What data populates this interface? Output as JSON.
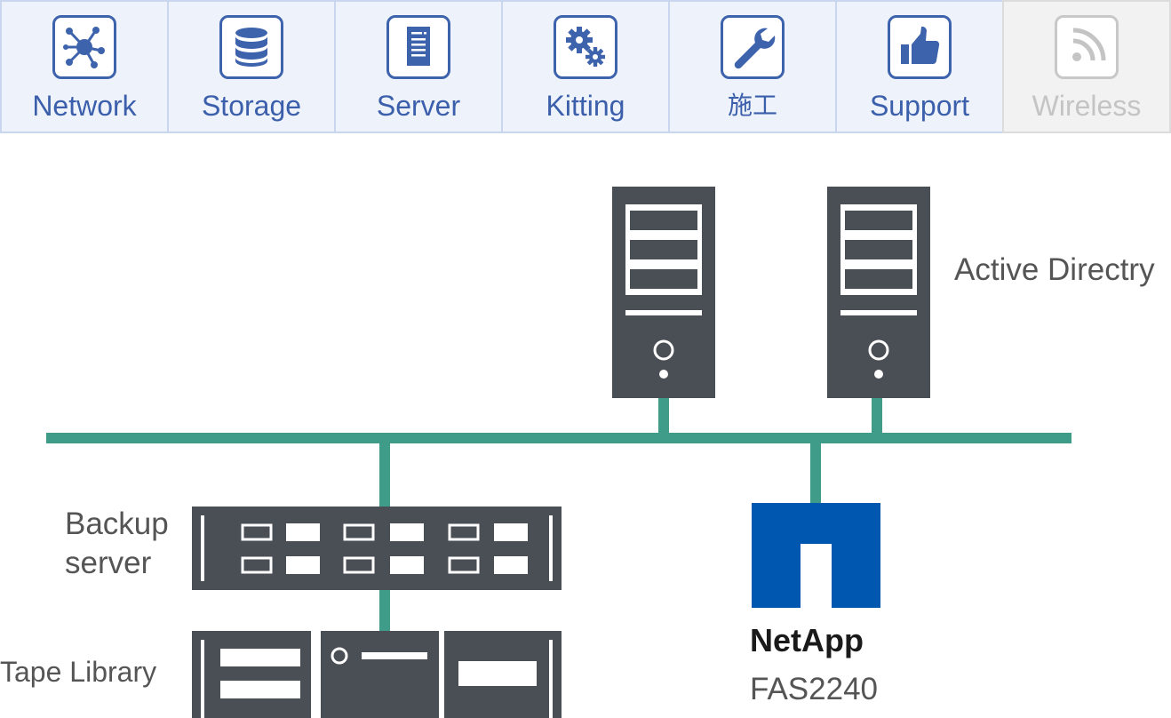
{
  "tabs": [
    {
      "label": "Network",
      "icon": "network-icon",
      "disabled": false
    },
    {
      "label": "Storage",
      "icon": "database-icon",
      "disabled": false
    },
    {
      "label": "Server",
      "icon": "server-icon",
      "disabled": false
    },
    {
      "label": "Kitting",
      "icon": "gears-icon",
      "disabled": false
    },
    {
      "label": "施工",
      "icon": "wrench-icon",
      "disabled": false
    },
    {
      "label": "Support",
      "icon": "thumbs-up-icon",
      "disabled": false
    },
    {
      "label": "Wireless",
      "icon": "wireless-icon",
      "disabled": true
    }
  ],
  "diagram": {
    "labels": {
      "active_directory": "Active Directry",
      "backup_server": [
        "Backup",
        "server"
      ],
      "tape_library": "Tape Library",
      "netapp_brand": "NetApp",
      "netapp_model": "FAS2240"
    }
  },
  "colors": {
    "accent": "#3e63ad",
    "tab_bg": "#eef2fb",
    "line": "#3f9c88",
    "device": "#4a4e55",
    "netapp_blue": "#0057b0",
    "text": "#555555"
  }
}
